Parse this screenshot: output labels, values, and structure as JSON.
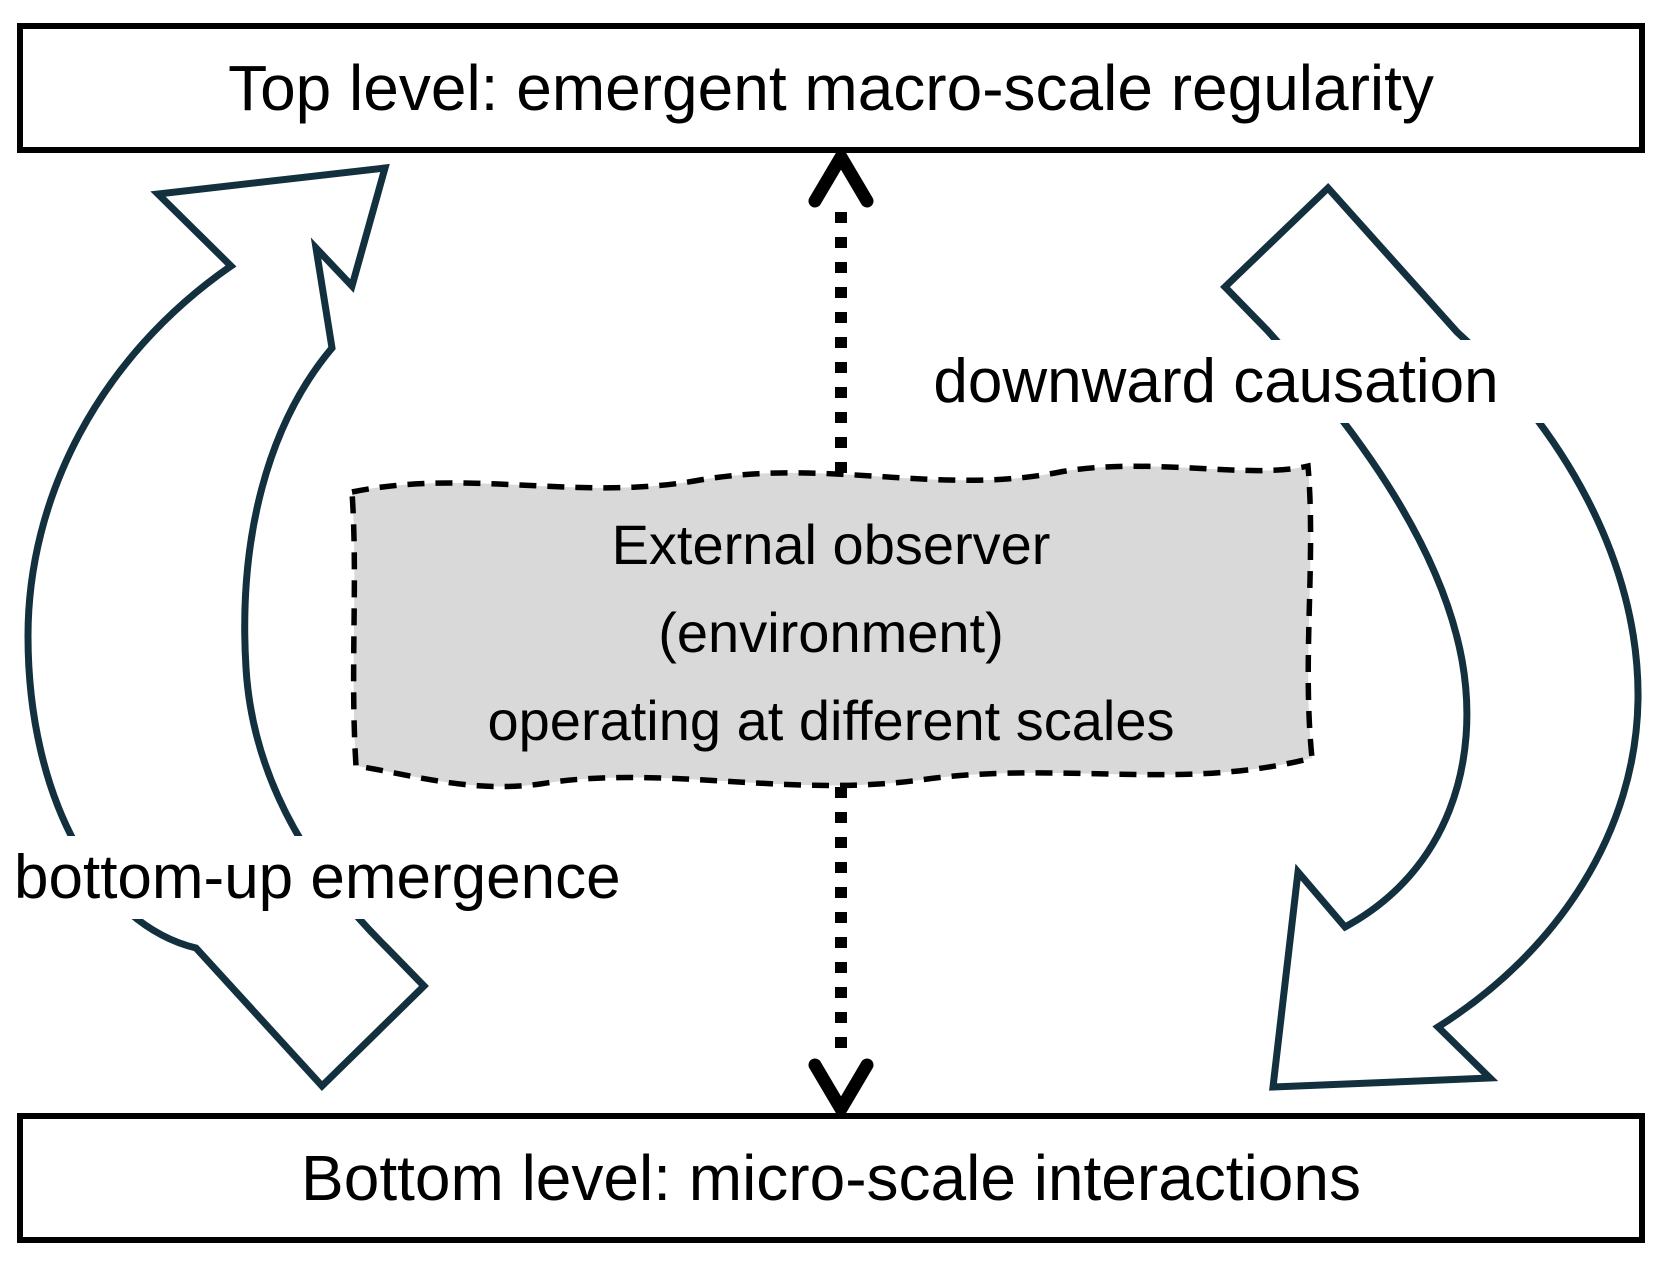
{
  "diagram": {
    "top_box": {
      "label": "Top level: emergent macro-scale regularity"
    },
    "bottom_box": {
      "label": "Bottom level: micro-scale interactions"
    },
    "observer_box": {
      "line1": "External observer",
      "line2": "(environment)",
      "line3": "operating at different scales"
    },
    "left_label": "bottom-up emergence",
    "right_label": "downward causation",
    "colors": {
      "arrow_outline": "#13303f",
      "observer_fill": "#d9d9d9",
      "ink": "#000000",
      "background": "#ffffff"
    }
  }
}
